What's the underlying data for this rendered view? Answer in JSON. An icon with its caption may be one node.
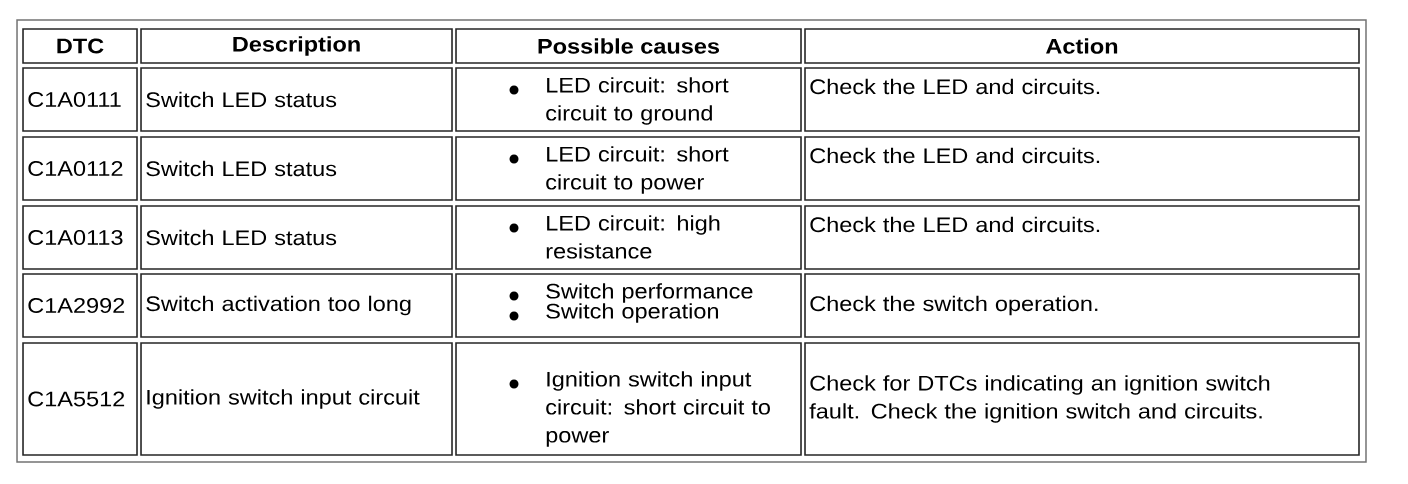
{
  "diagram": {
    "labels": [
      "DTC",
      "Description",
      "Possible causes",
      "Action",
      "C1A0111",
      "Switch LED status",
      "LED circuit: short circuit to ground",
      "Check the LED and circuits.",
      "C1A0112",
      "Switch LED status",
      "LED circuit: short circuit to power",
      "Check the LED and circuits.",
      "C1A0113",
      "Switch LED status",
      "LED circuit: high resistance",
      "Check the LED and circuits.",
      "C1A2992",
      "Switch activation too long",
      "Switch performance",
      "Switch operation",
      "Check the switch operation.",
      "C1A5512",
      "Ignition switch input circuit",
      "Ignition switch input circuit: short circuit to power",
      "Check for DTCs indicating an ignition switch fault. Check the ignition switch and circuits."
    ]
  }
}
